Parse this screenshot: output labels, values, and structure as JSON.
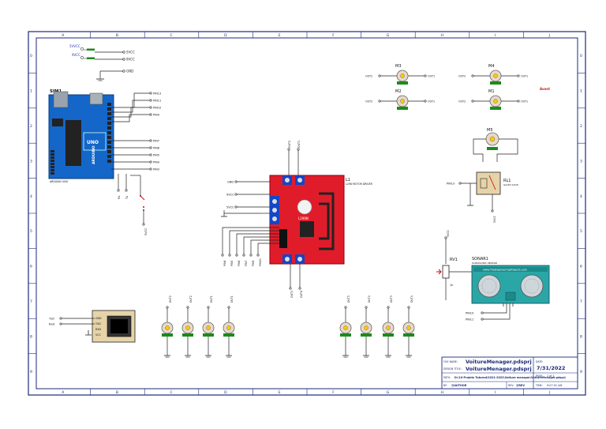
{
  "border": {
    "cols": [
      "A",
      "B",
      "C",
      "D",
      "E",
      "F",
      "G",
      "H",
      "I",
      "J"
    ],
    "rows_left": [
      "0",
      "1",
      "2",
      "3",
      "4",
      "5",
      "6",
      "7",
      "8",
      "9"
    ],
    "rows_right": [
      "0",
      "1",
      "2",
      "3",
      "4",
      "5",
      "6",
      "7",
      "8",
      "9"
    ]
  },
  "power": {
    "vcc1_name": "5VVCC",
    "vcc1_val": "5VCC",
    "vcc2_name": "9VCC",
    "vcc2_val": "9VCC",
    "gnd": "GND"
  },
  "arduino": {
    "ref": "SIM1",
    "sub": "ARDUINO UNO",
    "board_text": "UNO",
    "brand": "ARDUINO",
    "top_pins": [
      "PIN13",
      "PIN11",
      "PIN10",
      "PIN9"
    ],
    "mid_pins": [
      "PIN7",
      "PIN6",
      "PIN5",
      "PIN4",
      "PIN3"
    ],
    "bottom_labels": [
      "Rx",
      "Tx"
    ],
    "switch_label": "5VCC"
  },
  "driver": {
    "ref": "L1",
    "sub": "L298 MOTOR DRIVER",
    "top_labels": [
      "OUT2",
      "OUT1"
    ],
    "left_labels": [
      "GND",
      "9VCC",
      "5VCC"
    ],
    "bottom_pins": [
      "PIN4",
      "PIN5",
      "PIN6",
      "PIN7",
      "PIN9",
      "PIN10"
    ],
    "bottom_out_labels": [
      "OUT3",
      "OUT4"
    ],
    "board_text": "L298N"
  },
  "motors": [
    {
      "ref": "M3",
      "left": "OUT2",
      "right": "OUT1"
    },
    {
      "ref": "M2",
      "left": "OUT2",
      "right": "OUT1"
    },
    {
      "ref": "M4",
      "left": "OUT2",
      "right": "OUT1"
    },
    {
      "ref": "M1",
      "left": "OUT2",
      "right": "OUT1"
    }
  ],
  "avant": "Avant",
  "m5": {
    "ref": "M5"
  },
  "relay": {
    "ref": "RL1",
    "sub": "G2-RH-12VD",
    "pin": "PIN13",
    "vcc": "5VCC"
  },
  "sonar": {
    "ref": "SONAR1",
    "sub": "ULTRASONIC SENSOR",
    "site": "www.TheEngineeringProjects.com",
    "pins": [
      "PIN10",
      "PIN11"
    ]
  },
  "pot": {
    "ref": "RV1",
    "val": "1k",
    "vcc": "5VCC"
  },
  "bt": {
    "pins": [
      "TxD",
      "RxD"
    ],
    "ports": [
      "GND",
      "TXD",
      "RXD",
      "VCC"
    ]
  },
  "bottom_motors_left": [
    "OUT2",
    "OUT2",
    "OUT1",
    "OUT1"
  ],
  "bottom_motors_right": [
    "OUT3",
    "OUT4",
    "OUT3",
    "OUT4"
  ],
  "title_block": {
    "file_name_label": "FILE NAME:",
    "file_name": "VoitureMenager.pdsprj",
    "design_title_label": "DESIGN TITLE:",
    "design_title": "VoitureMenager.pdsprj",
    "path_label": "PATH:",
    "path": "D:\\10-Projets Tutored\\2021-2022\\Voiture menager\\VoitureMenager.pdsprj",
    "by_label": "BY:",
    "by": "@AUTHOR",
    "rev_label": "REV:",
    "rev": "@REV",
    "date_label": "DATE:",
    "date": "7/31/2022",
    "page_label": "PAGE:",
    "page": "1 of 1",
    "time_label": "TIME:",
    "time": "9:07:31 AM"
  }
}
